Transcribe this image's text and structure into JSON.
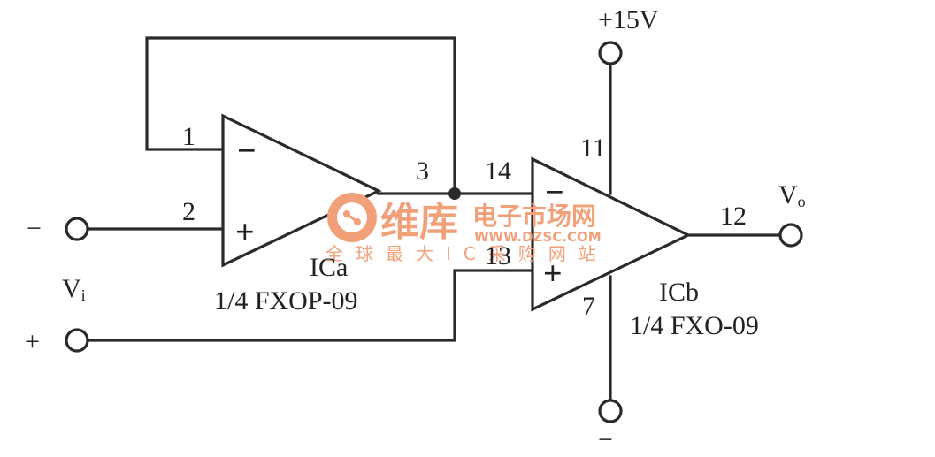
{
  "diagram": {
    "supply_label": "+15V",
    "supply_neg_label": "−",
    "input_minus_label": "−",
    "input_plus_label": "+",
    "input_label": "V",
    "input_subscript": "i",
    "output_label": "V",
    "output_subscript": "o",
    "ica": {
      "name": "ICa",
      "part": "1/4 FXOP-09",
      "inv_symbol": "−",
      "noninv_symbol": "+",
      "pins": [
        "1",
        "2",
        "3"
      ]
    },
    "icb": {
      "name": "ICb",
      "part": "1/4 FXO-09",
      "inv_symbol": "−",
      "noninv_symbol": "+",
      "pins": [
        "14",
        "13",
        "12",
        "11",
        "7"
      ]
    }
  },
  "watermark": {
    "brand": "维库",
    "site": "电子市场网",
    "url": "WWW.DZSC.COM",
    "tagline": "全球最大IC采购网站",
    "color": "#f2a07a"
  }
}
